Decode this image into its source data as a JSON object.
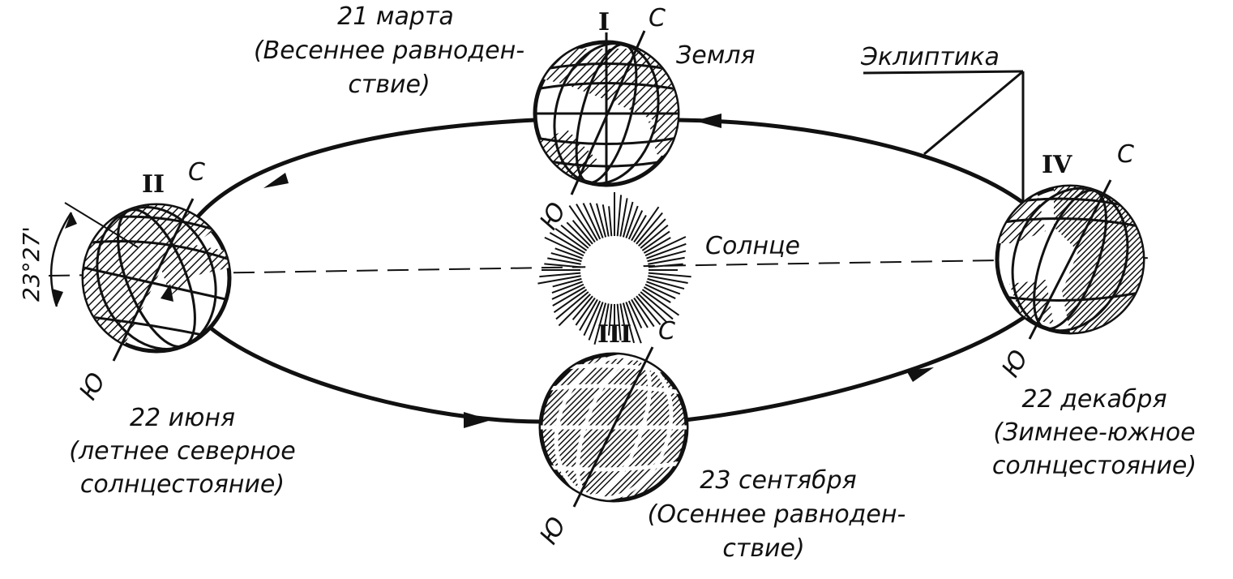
{
  "labels": {
    "earth": "Земля",
    "ecliptic": "Эклиптика",
    "sun": "Солнце",
    "angle": "23°27'"
  },
  "seasons": [
    {
      "numeral": "I",
      "north": "С",
      "south": "Ю",
      "lines": [
        "21 марта",
        "(Весеннее равноден-",
        "ствие)"
      ]
    },
    {
      "numeral": "II",
      "north": "С",
      "south": "Ю",
      "lines": [
        "22 июня",
        "(летнее северное",
        "солнцестояние)"
      ]
    },
    {
      "numeral": "III",
      "north": "С",
      "south": "Ю",
      "lines": [
        "23 сентября",
        "(Осеннее равноден-",
        "ствие)"
      ]
    },
    {
      "numeral": "IV",
      "north": "С",
      "south": "Ю",
      "lines": [
        "22 декабря",
        "(Зимнее-южное",
        "солнцестояние)"
      ]
    }
  ]
}
